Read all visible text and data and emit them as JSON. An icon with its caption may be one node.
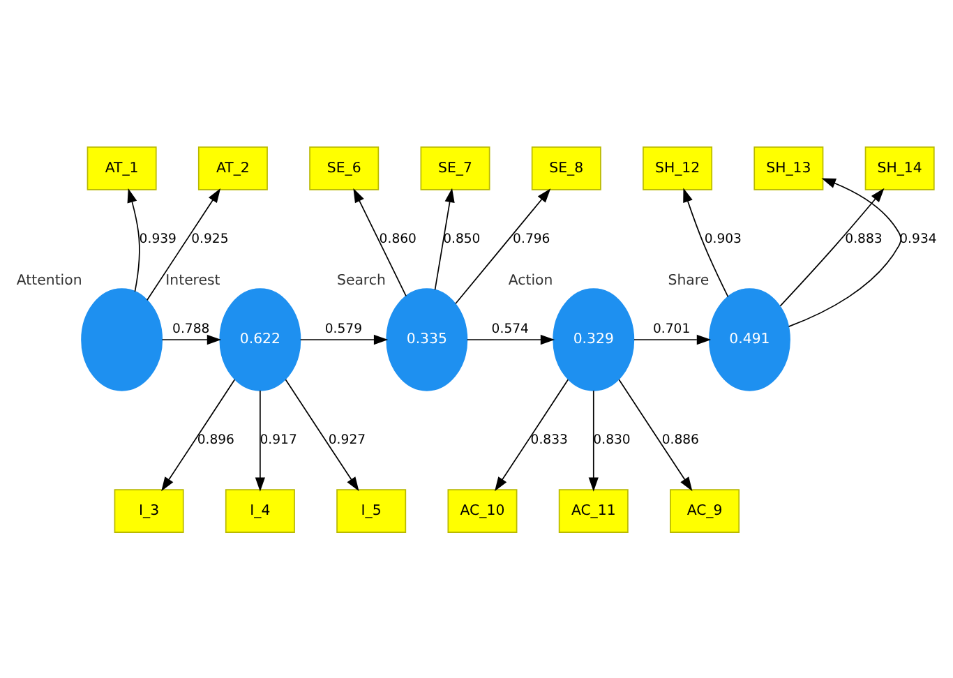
{
  "diagram": {
    "nodes": [
      {
        "text": [
          "AT_1"
        ]
      },
      {
        "text": [
          "AT_2"
        ]
      },
      {
        "text": [
          "SE_6"
        ]
      },
      {
        "text": [
          "SE_7"
        ]
      },
      {
        "text": [
          "SE_8"
        ]
      },
      {
        "text": [
          "SH_12"
        ]
      },
      {
        "text": [
          "SH_13"
        ]
      },
      {
        "text": [
          "SH_14"
        ]
      },
      {
        "text": [],
        "shape": "circle",
        "beside": [
          "Attention"
        ]
      },
      {
        "text": [
          "0.622"
        ],
        "beside": [
          "Interest"
        ]
      },
      {
        "text": [
          "0.335"
        ],
        "beside": [
          "Search"
        ]
      },
      {
        "text": [
          "0.329"
        ],
        "beside": [
          "Action"
        ]
      },
      {
        "text": [
          "0.491"
        ],
        "beside": [
          "Share"
        ]
      },
      {
        "text": [
          "I_3"
        ]
      },
      {
        "text": [
          "I_4"
        ]
      },
      {
        "text": [
          "I_5"
        ]
      },
      {
        "text": [
          "AC_10"
        ]
      },
      {
        "text": [
          "AC_11"
        ]
      },
      {
        "text": [
          "AC_9"
        ]
      }
    ],
    "edges": [
      {
        "from": 8,
        "to": 9,
        "arrow": "to",
        "label": "0.788"
      },
      {
        "from": 9,
        "to": 10,
        "arrow": "to",
        "label": "0.579"
      },
      {
        "from": 10,
        "to": 11,
        "arrow": "to",
        "label": "0.574"
      },
      {
        "from": 11,
        "to": 12,
        "arrow": "to",
        "label": "0.701"
      },
      {
        "from": 8,
        "to": 0,
        "arrow": "to",
        "label": "0.939"
      },
      {
        "from": 8,
        "to": 1,
        "arrow": "to",
        "label": "0.925"
      },
      {
        "from": 10,
        "to": 2,
        "arrow": "to",
        "label": "0.860"
      },
      {
        "from": 10,
        "to": 3,
        "arrow": "to",
        "label": "0.850"
      },
      {
        "from": 10,
        "to": 4,
        "arrow": "to",
        "label": "0.796"
      },
      {
        "from": 12,
        "to": 5,
        "arrow": "to",
        "label": "0.903"
      },
      {
        "from": 12,
        "to": 6,
        "arrow": "to",
        "label": "0.934"
      },
      {
        "from": 12,
        "to": 7,
        "arrow": "to",
        "label": "0.883"
      },
      {
        "from": 9,
        "to": 13,
        "arrow": "to",
        "label": "0.896"
      },
      {
        "from": 9,
        "to": 14,
        "arrow": "to",
        "label": "0.917"
      },
      {
        "from": 9,
        "to": 15,
        "arrow": "to",
        "label": "0.927"
      },
      {
        "from": 11,
        "to": 16,
        "arrow": "to",
        "label": "0.833"
      },
      {
        "from": 11,
        "to": 17,
        "arrow": "to",
        "label": "0.830"
      },
      {
        "from": 11,
        "to": 18,
        "arrow": "to",
        "label": "0.886"
      }
    ]
  }
}
